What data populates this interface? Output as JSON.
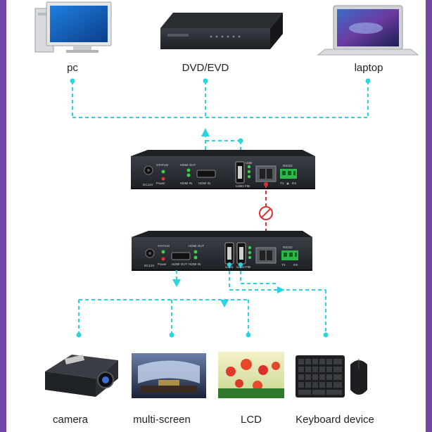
{
  "sources": [
    {
      "id": "pc",
      "label": "pc",
      "icon": "desktop-pc-icon"
    },
    {
      "id": "dvd",
      "label": "DVD/EVD",
      "icon": "dvd-player-icon"
    },
    {
      "id": "laptop",
      "label": "laptop",
      "icon": "laptop-icon"
    }
  ],
  "transmitter": {
    "status_label": "STATUS",
    "power_label": "Power",
    "hdmi_out_label": "HDMI OUT",
    "hdmi_in_label_1": "HDMI IN",
    "hdmi_in_label_2": "HDMI IN",
    "usb_label": "USB",
    "usb2_label": "USB2 FIB",
    "rs232_label": "RS232",
    "tx_label": "TX",
    "rx_label": "RX",
    "dc_label": "DC12V"
  },
  "receiver": {
    "status_label": "STATUS",
    "power_label": "Power",
    "hdmi_out_label_top": "HDMI OUT",
    "hdmi_out_label": "HDMI OUT",
    "hdmi_in_label": "HDMI IN",
    "usb1_label": "USB1",
    "usb2_label": "USB2 FIB",
    "rs232_label": "RS232",
    "tx_label": "TX",
    "rx_label": "RX",
    "dc_label": "DC12V"
  },
  "outputs": [
    {
      "id": "camera",
      "label": "camera",
      "icon": "projector-icon"
    },
    {
      "id": "multiscreen",
      "label": "multi-screen",
      "icon": "multi-screen-icon"
    },
    {
      "id": "lcd",
      "label": "LCD",
      "icon": "lcd-display-icon"
    },
    {
      "id": "keyboard",
      "label": "Keyboard device",
      "icon": "keyboard-mouse-icon"
    }
  ],
  "colors": {
    "link_line": "#2ad4e0",
    "fiber_line": "#e03030",
    "frame": "#7346a8",
    "device_body": "#2b2f35",
    "led_green": "#36d24a",
    "led_red": "#e0322e",
    "terminal": "#2fb84a"
  }
}
